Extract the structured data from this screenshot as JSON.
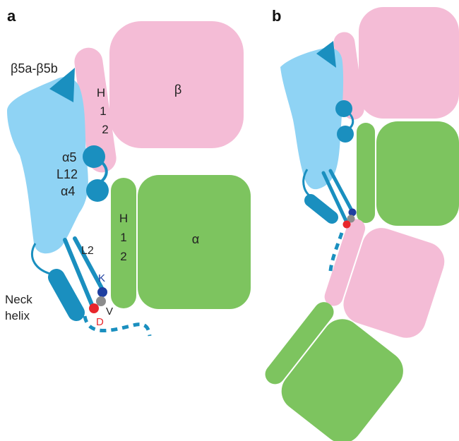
{
  "panels": {
    "a": {
      "label": "a"
    },
    "b": {
      "label": "b"
    }
  },
  "labels": {
    "beta5a_beta5b": "β5a-β5b",
    "alpha5": "α5",
    "l12": "L12",
    "alpha4": "α4",
    "l2": "L2",
    "neck_helix_line1": "Neck",
    "neck_helix_line2": "helix",
    "k": "K",
    "v": "V",
    "d": "D",
    "h12_beta": [
      "H",
      "1",
      "2"
    ],
    "h12_alpha": [
      "H",
      "1",
      "2"
    ],
    "beta": "β",
    "alpha": "α"
  },
  "colors": {
    "kinesin_motor": "#8fd3f4",
    "motor_elements": "#1a8fbf",
    "beta_tubulin": "#f4bcd6",
    "alpha_tubulin": "#7dc45f",
    "lys_K": "#1f3fa0",
    "val_V": "#8c8c8c",
    "asp_D": "#e8262b",
    "label_K": "#1f3fa0",
    "label_D": "#e8262b"
  }
}
